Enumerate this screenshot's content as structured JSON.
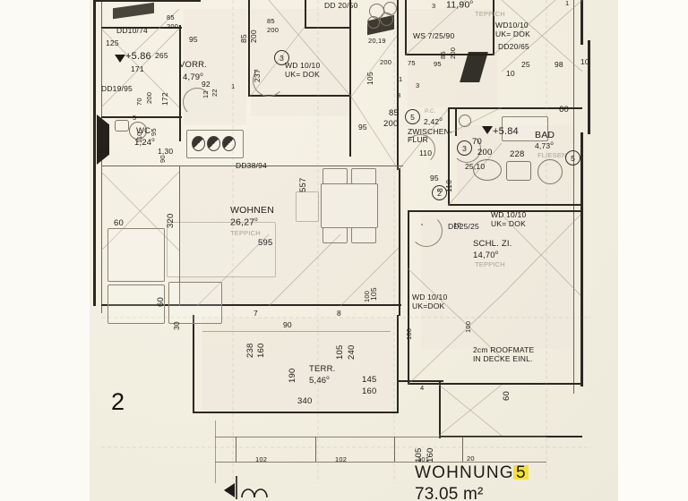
{
  "document": {
    "type": "architectural-floor-plan",
    "title": "WOHNUNG",
    "unit_number": "5",
    "area": "73.05 m²",
    "plan_marker": "2",
    "highlight_color": "#f3e03a",
    "paper_color": "#f1ede0",
    "ink_color": "#1e1b17"
  },
  "rooms": [
    {
      "name": "WOHNEN",
      "area": "26,27",
      "floor": "TEPPICH"
    },
    {
      "name": "VORR.",
      "area": "4,79",
      "floor": ""
    },
    {
      "name": "WC",
      "area": "1,24",
      "floor": ""
    },
    {
      "name": "ZWISCHEN-\nFLUR",
      "area": "2,42",
      "floor": "P.C."
    },
    {
      "name": "BAD",
      "area": "4,73",
      "floor": "FLIESEN"
    },
    {
      "name": "SCHL. ZI.",
      "area": "14,70",
      "floor": "TEPPICH"
    },
    {
      "name": "TERR.",
      "area": "5,46",
      "floor": ""
    },
    {
      "name": "",
      "area": "11,90",
      "floor": "TEPPICH"
    }
  ],
  "levels": [
    {
      "label": "+5.86"
    },
    {
      "label": "+5.84"
    }
  ],
  "annotations": {
    "roofmate": "2cm ROOFMATE\nIN DECKE EINL.",
    "openings": [
      "DD10/74",
      "DD19/95",
      "DD38/94",
      "DD 20/50",
      "DD20/65",
      "DD25/25",
      "WD 10/10\nUK= DOK",
      "WD10/10\nUK= DOK",
      "WD 10/10\nUK= DOK",
      "WD 10/10\nUK=DOK",
      "WS 7/25/90"
    ]
  },
  "dimensions": {
    "wohnen": [
      "595",
      "557",
      "320",
      "60",
      "60",
      "30"
    ],
    "top": [
      "125",
      "265",
      "171",
      "95",
      "85",
      "200",
      "92",
      "237",
      "110",
      "95",
      "105",
      "25",
      "98",
      "10"
    ],
    "mid": [
      "85",
      "200",
      "3",
      "110",
      "95",
      "70",
      "200",
      "25,10",
      "228",
      "2",
      "5"
    ],
    "terrace": [
      "238",
      "160",
      "190",
      "340",
      "105",
      "240",
      "145",
      "160",
      "7",
      "8",
      "90",
      "105",
      "240"
    ],
    "bottom": [
      "102",
      "102",
      "101",
      "105",
      "160",
      "20"
    ],
    "right": [
      "60",
      "60",
      "10",
      "98",
      "25"
    ],
    "misc": [
      "1,30",
      "172",
      "12",
      "22",
      "90",
      "20,19",
      "5",
      "3",
      "5"
    ]
  },
  "callouts": [
    {
      "id": "3"
    },
    {
      "id": "5"
    },
    {
      "id": "2"
    },
    {
      "id": "3"
    },
    {
      "id": "5"
    }
  ]
}
